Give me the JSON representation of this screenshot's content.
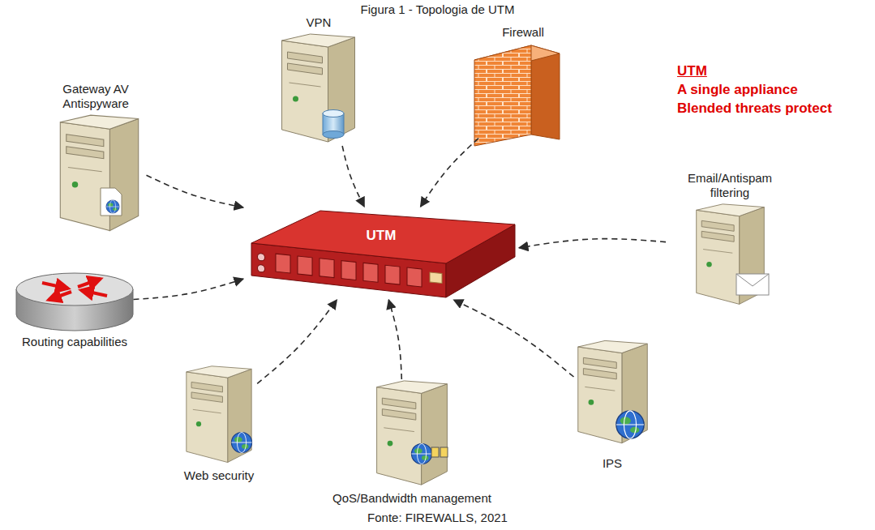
{
  "diagram": {
    "title": "Figura 1 - Topologia de UTM",
    "caption": "Fonte: FIREWALLS, 2021",
    "nodes": [
      {
        "text": [
          "VPN"
        ]
      },
      {
        "text": [
          "Firewall"
        ]
      },
      {
        "text": [
          "Gateway AV Antispyware"
        ]
      },
      {
        "text": [
          "Email/Antispam filtering"
        ]
      },
      {
        "text": [
          "UTM"
        ]
      },
      {
        "text": [
          "Routing capabilities"
        ]
      },
      {
        "text": [
          "IPS"
        ]
      },
      {
        "text": [
          "Web security"
        ]
      },
      {
        "text": [
          "QoS/Bandwidth management"
        ]
      }
    ],
    "edges": [
      {
        "from": 0,
        "to": 4,
        "arrow": "to"
      },
      {
        "from": 1,
        "to": 4,
        "arrow": "to"
      },
      {
        "from": 2,
        "to": 4,
        "arrow": "to"
      },
      {
        "from": 3,
        "to": 4,
        "arrow": "to"
      },
      {
        "from": 5,
        "to": 4,
        "arrow": "to"
      },
      {
        "from": 6,
        "to": 4,
        "arrow": "to"
      },
      {
        "from": 7,
        "to": 4,
        "arrow": "to"
      },
      {
        "from": 8,
        "to": 4,
        "arrow": "to"
      }
    ],
    "labels": [
      "UTM",
      "A single appliance",
      "Blended threats protect"
    ]
  }
}
